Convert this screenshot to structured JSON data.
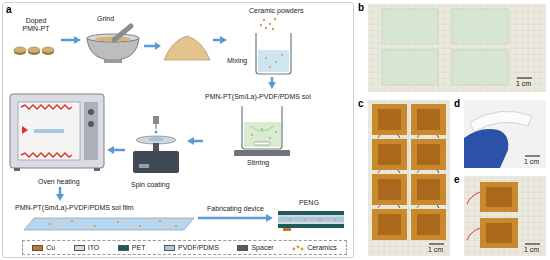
{
  "diagram": {
    "nodes": [
      {
        "text": [
          "a"
        ]
      },
      {
        "text": [
          "Doped PMN-PT"
        ],
        "in": 0
      },
      {
        "text": [
          "Grind"
        ],
        "in": 0
      },
      {
        "text": [
          "Ceramic powders",
          "Mixing"
        ],
        "in": 0
      },
      {
        "text": [
          "PMN-PT(Sm/La)-PVDF/PDMS sol",
          "Stirring"
        ],
        "in": 0
      },
      {
        "text": [
          "Spin coating"
        ],
        "in": 0
      },
      {
        "text": [
          "Oven heating"
        ],
        "in": 0
      },
      {
        "text": [
          "PMN-PT(Sm/La)-PVDF/PDMS sol film"
        ],
        "in": 0
      },
      {
        "text": [
          "PENG"
        ],
        "in": 0
      },
      {
        "text": [
          "b",
          "1 cm"
        ]
      },
      {
        "text": [
          "c",
          "1 cm"
        ]
      },
      {
        "text": [
          "d",
          "1 cm"
        ]
      },
      {
        "text": [
          "e",
          "1 cm"
        ]
      }
    ],
    "edges": [
      {
        "from": 1,
        "to": 2,
        "arrow": "to"
      },
      {
        "from": 2,
        "to": 3,
        "arrow": "to"
      },
      {
        "from": 3,
        "to": 4,
        "arrow": "to"
      },
      {
        "from": 4,
        "to": 5,
        "arrow": "to"
      },
      {
        "from": 5,
        "to": 6,
        "arrow": "to"
      },
      {
        "from": 6,
        "to": 7,
        "arrow": "to"
      },
      {
        "from": 7,
        "to": 8,
        "label": "Fabricating device",
        "arrow": "to"
      }
    ],
    "legend": [
      {
        "text": "Cu",
        "color": "#c8742c"
      },
      {
        "text": "ITO",
        "color": "#d9d9d9"
      },
      {
        "text": "PET",
        "color": "#1f5a5a"
      },
      {
        "text": "PVDF/PDMS",
        "color": "#a9c8e0"
      },
      {
        "text": "Spacer",
        "color": "#5a5a5a"
      },
      {
        "text": "Ceramics"
      }
    ]
  }
}
